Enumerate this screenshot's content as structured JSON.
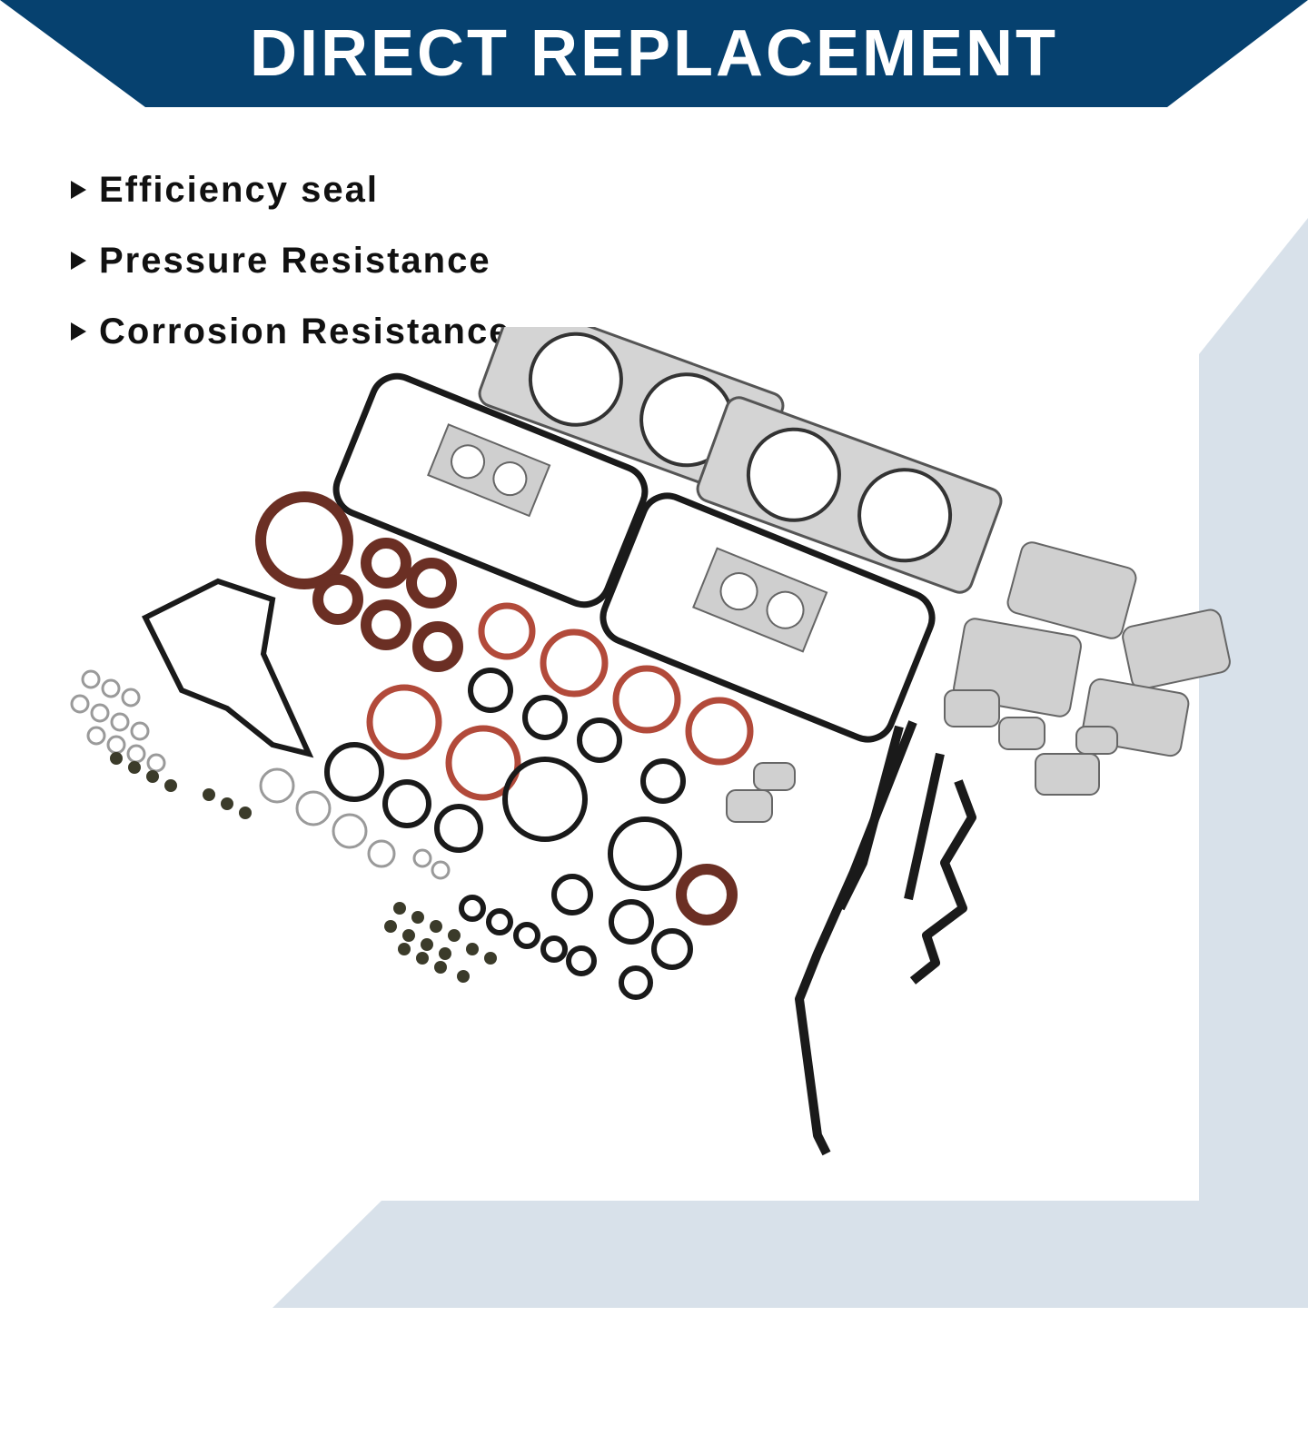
{
  "banner": {
    "title": "DIRECT REPLACEMENT"
  },
  "features": [
    {
      "label": "Efficiency seal",
      "icon": "play-triangle-icon"
    },
    {
      "label": "Pressure Resistance",
      "icon": "play-triangle-icon"
    },
    {
      "label": "Corrosion Resistance",
      "icon": "play-triangle-icon"
    }
  ],
  "colors": {
    "banner": "#06416f",
    "accent_panel": "#d8e1ea",
    "text": "#111111",
    "gasket_black": "#1a1a1a",
    "gasket_red": "#b24a3a",
    "gasket_brown": "#6b2f24",
    "metal": "#c9c9c9"
  }
}
